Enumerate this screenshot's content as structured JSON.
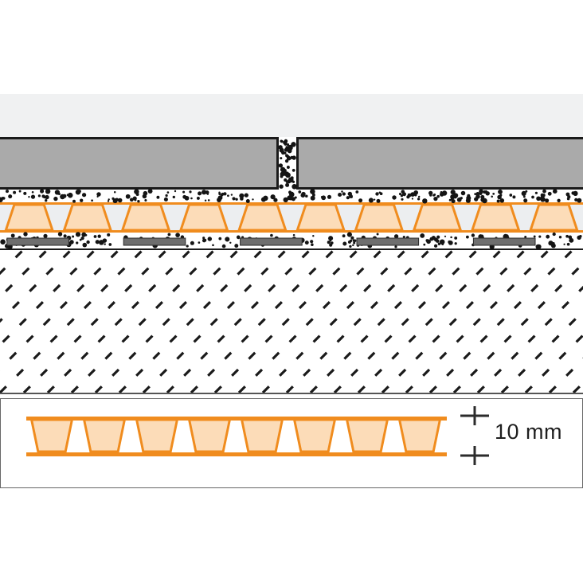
{
  "diagram": {
    "title": "Uncoupling matting floor assembly cross-section",
    "type": "building-construction-section",
    "dimension_label": "10 mm",
    "colors": {
      "matting_outline": "#f08c1e",
      "matting_fill": "#fcdcb8",
      "tile_fill": "#aaaaaa",
      "tile_outline": "#1a1a1a",
      "mortar_fill": "#ffffff",
      "speckle": "#141414",
      "adhesive_bar": "#6e6e6e",
      "substrate_hatch": "#1a1a1a",
      "ambient_band": "#f0f1f2",
      "panel_border": "#666666",
      "gap_fill": "#eceef0",
      "dimension_line": "#2b2b2b"
    },
    "layers": [
      {
        "name": "ambient-upper-white",
        "label": "",
        "fill": "#ffffff"
      },
      {
        "name": "ambient-band",
        "label": "",
        "fill": "#f0f1f2"
      },
      {
        "name": "tile-covering",
        "label": "",
        "fill": "#aaaaaa"
      },
      {
        "name": "grout-joint",
        "label": "",
        "fill": "#ffffff"
      },
      {
        "name": "thin-bed-mortar-upper",
        "label": "",
        "fill": "#ffffff"
      },
      {
        "name": "uncoupling-matting",
        "label": "",
        "fill": "#fcdcb8"
      },
      {
        "name": "thin-bed-mortar-lower",
        "label": "",
        "fill": "#ffffff"
      },
      {
        "name": "substrate",
        "label": "",
        "fill": "#ffffff"
      }
    ],
    "detail": {
      "caption": "",
      "thickness": "10 mm",
      "stud_count": 8
    },
    "main_section": {
      "stud_count": 10,
      "adhesive_bar_count": 5
    }
  }
}
